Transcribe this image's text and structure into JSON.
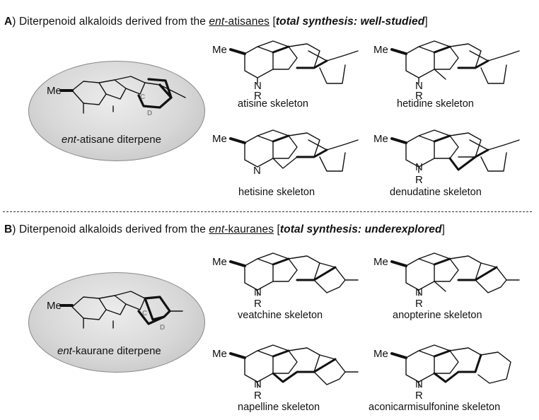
{
  "sectionA": {
    "letter": "A",
    "text_before": ") Diterpenoid alkaloids derived from the ",
    "prefix": "ent",
    "link": "-atisanes",
    "bracket_open": " [",
    "emphasis": "total synthesis: well-studied",
    "bracket_close": "]",
    "oval_prefix": "ent",
    "oval_label": "-atisane diterpene",
    "ring_labels": [
      "C",
      "D"
    ],
    "skeletons": [
      "atisine skeleton",
      "hetidine skeleton",
      "hetisine skeleton",
      "denudatine skeleton"
    ]
  },
  "sectionB": {
    "letter": "B",
    "text_before": ") Diterpenoid alkaloids derived from the ",
    "prefix": "ent",
    "link": "-kauranes",
    "bracket_open": " [",
    "emphasis": "total synthesis: underexplored",
    "bracket_close": "]",
    "oval_prefix": "ent",
    "oval_label": "-kaurane diterpene",
    "ring_labels": [
      "C",
      "D"
    ],
    "skeletons": [
      "veatchine skeleton",
      "anopterine skeleton",
      "napelline skeleton",
      "aconicarmisulfonine skeleton"
    ]
  },
  "atoms": {
    "methyl": "Me",
    "nitrogen": "N",
    "substituent": "R"
  }
}
